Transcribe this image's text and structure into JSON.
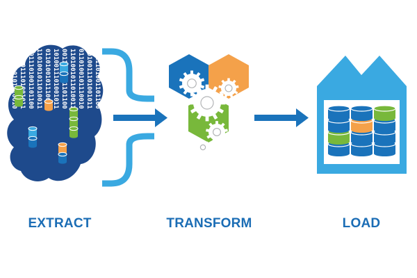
{
  "stages": [
    {
      "label": "EXTRACT"
    },
    {
      "label": "TRANSFORM"
    },
    {
      "label": "LOAD"
    }
  ],
  "icons": {
    "extract": "data-cloud-icon",
    "transform": "gears-hexagon-icon",
    "load": "warehouse-database-icon",
    "flow": "arrow-right-icon"
  },
  "colors": {
    "label": "#1b6db5",
    "dark_blue": "#1e4a8c",
    "blue": "#1a73bb",
    "light_blue": "#3aa9e1",
    "orange": "#f4a14a",
    "green": "#78b83b",
    "gray": "#b2b4b6"
  }
}
